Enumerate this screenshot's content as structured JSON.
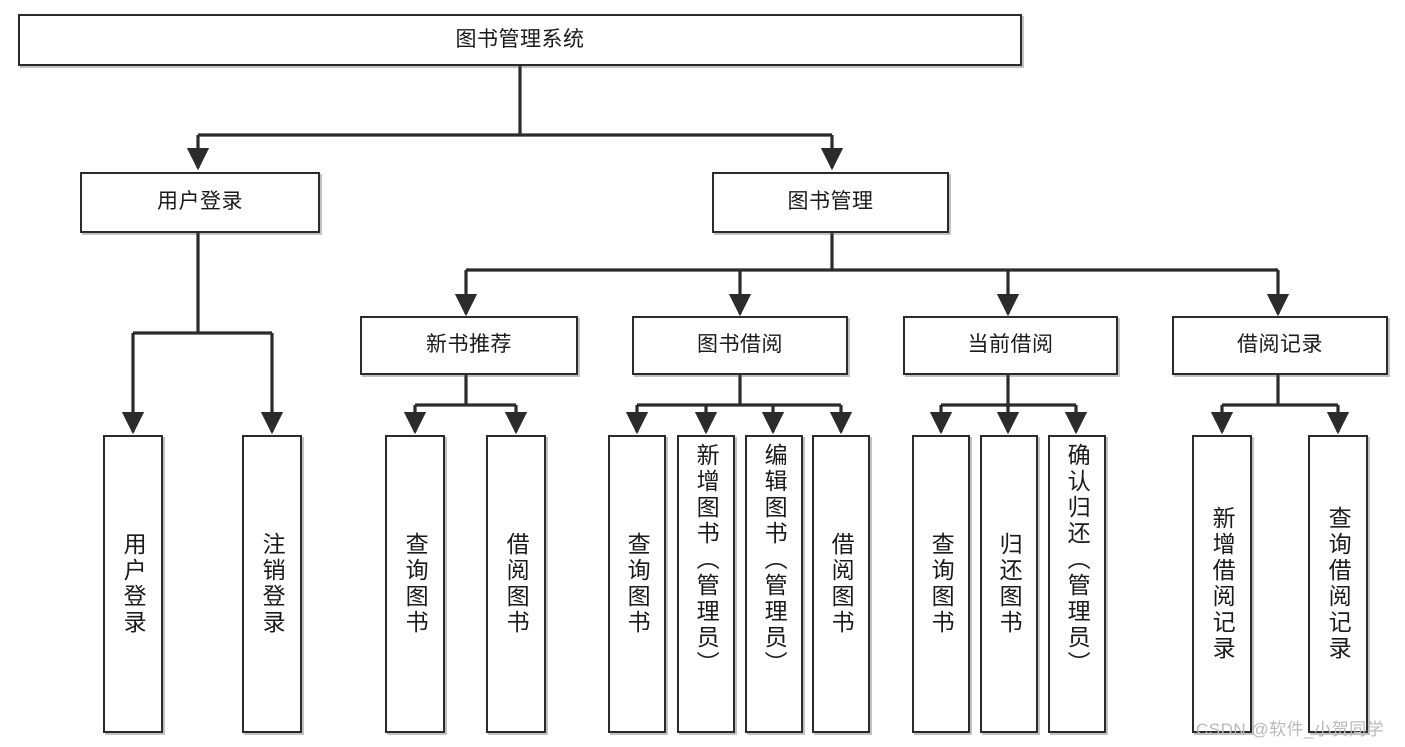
{
  "diagram": {
    "type": "tree-hierarchy",
    "title_node": "图书管理系统",
    "watermark": "CSDN @软件_小贺同学",
    "colors": {
      "box_border": "#2b2b2b",
      "box_fill": "#ffffff",
      "connector": "#2b2b2b",
      "text": "#1a1a1a",
      "watermark": "#b9b9b9",
      "background": "#ffffff"
    },
    "levels": {
      "root": "图书管理系统",
      "level2": [
        "用户登录",
        "图书管理"
      ],
      "level3": [
        "新书推荐",
        "图书借阅",
        "当前借阅",
        "借阅记录"
      ]
    },
    "nodes": {
      "root": {
        "label": "图书管理系统"
      },
      "user_login": {
        "label": "用户登录"
      },
      "book_manage": {
        "label": "图书管理"
      },
      "new_book_rec": {
        "label": "新书推荐"
      },
      "book_borrow": {
        "label": "图书借阅"
      },
      "current_borrow": {
        "label": "当前借阅"
      },
      "borrow_record": {
        "label": "借阅记录"
      },
      "leaf_user_login": {
        "label": "用户登录"
      },
      "leaf_logout": {
        "label": "注销登录"
      },
      "leaf_query_book_1": {
        "label": "查询图书"
      },
      "leaf_borrow_book_1": {
        "label": "借阅图书"
      },
      "leaf_query_book_2": {
        "label": "查询图书"
      },
      "leaf_add_book": {
        "label": "新增图书（管理员）"
      },
      "leaf_edit_book": {
        "label": "编辑图书（管理员）"
      },
      "leaf_borrow_book_2": {
        "label": "借阅图书"
      },
      "leaf_query_book_3": {
        "label": "查询图书"
      },
      "leaf_return_book": {
        "label": "归还图书"
      },
      "leaf_confirm_return": {
        "label": "确认归还（管理员）"
      },
      "leaf_add_record": {
        "label": "新增借阅记录"
      },
      "leaf_query_record": {
        "label": "查询借阅记录"
      }
    },
    "edges": [
      {
        "from": "root",
        "to": "user_login"
      },
      {
        "from": "root",
        "to": "book_manage"
      },
      {
        "from": "user_login",
        "to": "leaf_user_login"
      },
      {
        "from": "user_login",
        "to": "leaf_logout"
      },
      {
        "from": "book_manage",
        "to": "new_book_rec"
      },
      {
        "from": "book_manage",
        "to": "book_borrow"
      },
      {
        "from": "book_manage",
        "to": "current_borrow"
      },
      {
        "from": "book_manage",
        "to": "borrow_record"
      },
      {
        "from": "new_book_rec",
        "to": "leaf_query_book_1"
      },
      {
        "from": "new_book_rec",
        "to": "leaf_borrow_book_1"
      },
      {
        "from": "book_borrow",
        "to": "leaf_query_book_2"
      },
      {
        "from": "book_borrow",
        "to": "leaf_add_book"
      },
      {
        "from": "book_borrow",
        "to": "leaf_edit_book"
      },
      {
        "from": "book_borrow",
        "to": "leaf_borrow_book_2"
      },
      {
        "from": "current_borrow",
        "to": "leaf_query_book_3"
      },
      {
        "from": "current_borrow",
        "to": "leaf_return_book"
      },
      {
        "from": "current_borrow",
        "to": "leaf_confirm_return"
      },
      {
        "from": "borrow_record",
        "to": "leaf_add_record"
      },
      {
        "from": "borrow_record",
        "to": "leaf_query_record"
      }
    ]
  }
}
